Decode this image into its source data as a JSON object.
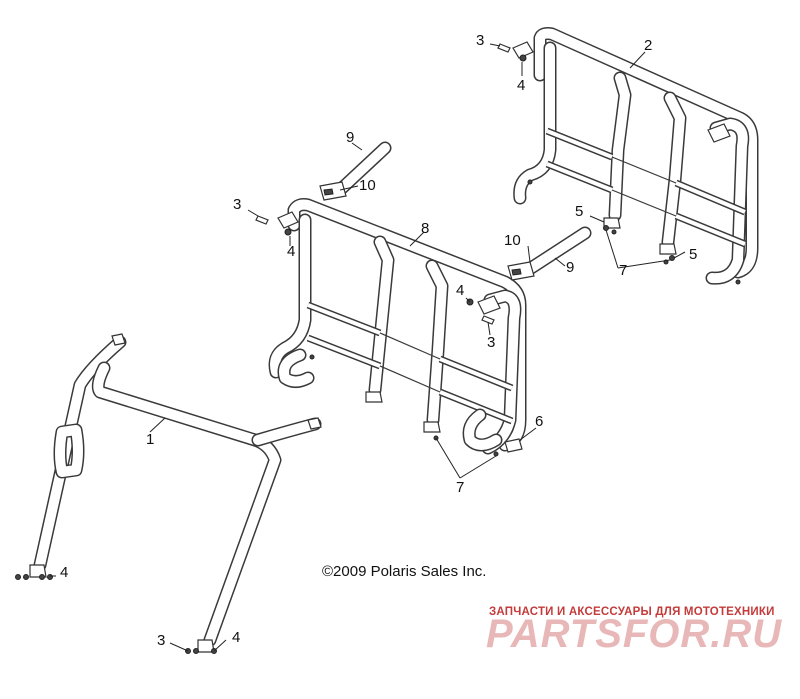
{
  "diagram": {
    "callouts": [
      {
        "id": "c-1",
        "label": "1"
      },
      {
        "id": "c-2",
        "label": "2"
      },
      {
        "id": "c-3a",
        "label": "3"
      },
      {
        "id": "c-4a",
        "label": "4"
      },
      {
        "id": "c-9a",
        "label": "9"
      },
      {
        "id": "c-10a",
        "label": "10"
      },
      {
        "id": "c-3b",
        "label": "3"
      },
      {
        "id": "c-4b",
        "label": "4"
      },
      {
        "id": "c-8",
        "label": "8"
      },
      {
        "id": "c-5a",
        "label": "5"
      },
      {
        "id": "c-5b",
        "label": "5"
      },
      {
        "id": "c-10b",
        "label": "10"
      },
      {
        "id": "c-9b",
        "label": "9"
      },
      {
        "id": "c-7a",
        "label": "7"
      },
      {
        "id": "c-4c",
        "label": "4"
      },
      {
        "id": "c-3c",
        "label": "3"
      },
      {
        "id": "c-6",
        "label": "6"
      },
      {
        "id": "c-7b",
        "label": "7"
      },
      {
        "id": "c-4d",
        "label": "4"
      },
      {
        "id": "c-3d",
        "label": "3"
      },
      {
        "id": "c-4e",
        "label": "4"
      }
    ],
    "copyright": "©2009 Polaris Sales Inc."
  },
  "watermark": {
    "tagline": "ЗАПЧАСТИ И АКСЕССУАРЫ ДЛЯ МОТОТЕХНИКИ",
    "brand": "PARTSFOR.RU"
  }
}
